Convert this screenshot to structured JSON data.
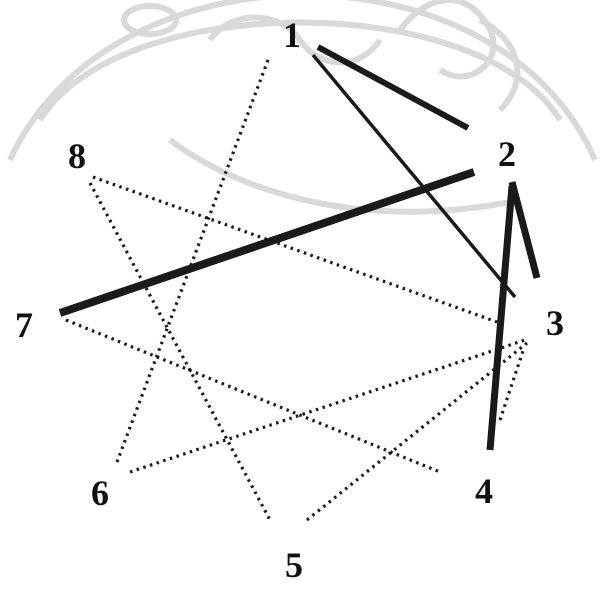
{
  "vertices": [
    {
      "id": "1",
      "label": "1"
    },
    {
      "id": "2",
      "label": "2"
    },
    {
      "id": "3",
      "label": "3"
    },
    {
      "id": "4",
      "label": "4"
    },
    {
      "id": "5",
      "label": "5"
    },
    {
      "id": "6",
      "label": "6"
    },
    {
      "id": "7",
      "label": "7"
    },
    {
      "id": "8",
      "label": "8"
    }
  ],
  "edges": [
    {
      "from": "1",
      "to": "2",
      "style": "solid"
    },
    {
      "from": "1",
      "to": "3",
      "style": "solid"
    },
    {
      "from": "2",
      "to": "7",
      "style": "solid"
    },
    {
      "from": "2",
      "to": "3",
      "style": "solid"
    },
    {
      "from": "2",
      "to": "4",
      "style": "solid"
    },
    {
      "from": "1",
      "to": "6",
      "style": "dotted"
    },
    {
      "from": "8",
      "to": "3",
      "style": "dotted"
    },
    {
      "from": "8",
      "to": "5",
      "style": "dotted"
    },
    {
      "from": "7",
      "to": "4",
      "style": "dotted"
    },
    {
      "from": "6",
      "to": "3",
      "style": "dotted"
    },
    {
      "from": "5",
      "to": "3",
      "style": "dotted"
    },
    {
      "from": "4",
      "to": "3",
      "style": "dotted"
    }
  ],
  "colors": {
    "ink": "#1a1a1a",
    "watermark": "#d9d9d9"
  }
}
